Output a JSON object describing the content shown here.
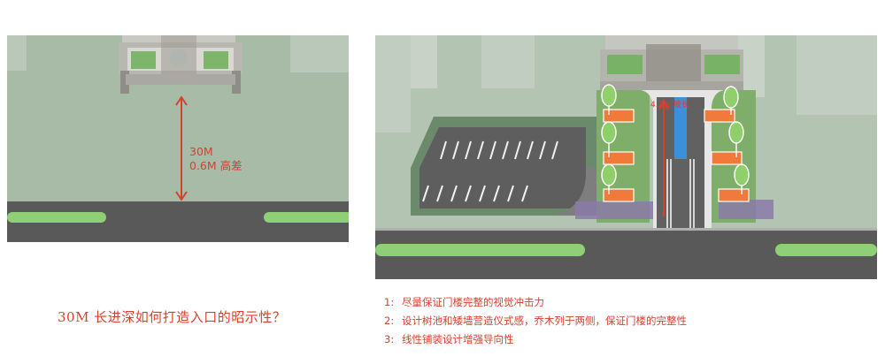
{
  "left_diagram": {
    "distance_label": "30M",
    "height_label": "0.6M 高差"
  },
  "right_diagram": {
    "slope_label": "4.2% 坡长"
  },
  "question": "30M 长进深如何打造入口的昭示性？",
  "notes": [
    {
      "num": "1:",
      "text": "尽量保证门楼完整的视觉冲击力"
    },
    {
      "num": "2:",
      "text": "设计树池和矮墙营造仪式感，乔木列于两侧，保证门楼的完整性"
    },
    {
      "num": "3:",
      "text": "线性铺装设计增强导向性"
    }
  ],
  "colors": {
    "annotation_red": "#d8402e",
    "ground_green": "#a8bba6",
    "road_gray": "#595959",
    "lane_green": "#8fcf75",
    "tree_green": "#8fd06a",
    "planter_orange": "#f07a3a",
    "blue_strip": "#3d8fd8"
  }
}
